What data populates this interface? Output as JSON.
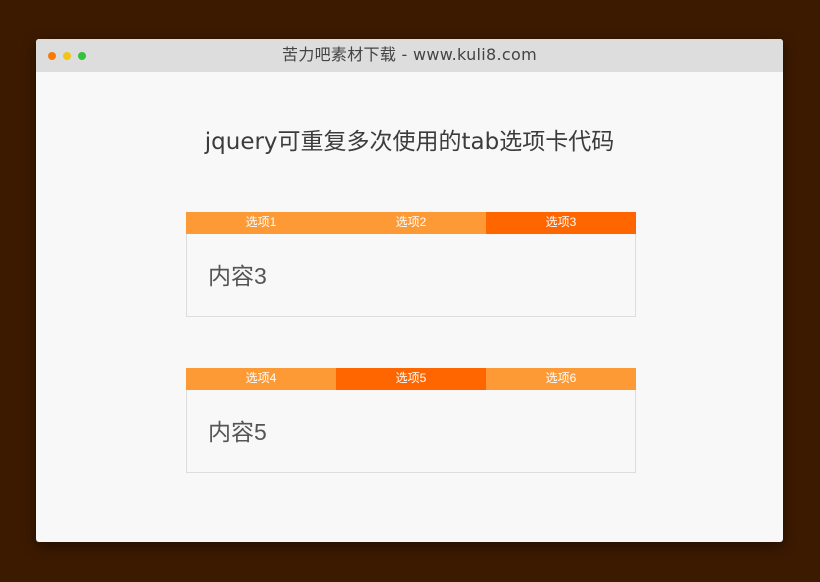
{
  "window": {
    "title": "苦力吧素材下载 - www.kuli8.com",
    "controls": [
      "close",
      "minimize",
      "maximize"
    ]
  },
  "page": {
    "title": "jquery可重复多次使用的tab选项卡代码"
  },
  "tabgroups": [
    {
      "tabs": [
        {
          "label": "选项1",
          "active": false
        },
        {
          "label": "选项2",
          "active": false
        },
        {
          "label": "选项3",
          "active": true
        }
      ],
      "content": "内容3"
    },
    {
      "tabs": [
        {
          "label": "选项4",
          "active": false
        },
        {
          "label": "选项5",
          "active": true
        },
        {
          "label": "选项6",
          "active": false
        }
      ],
      "content": "内容5"
    }
  ],
  "colors": {
    "tab_inactive": "#fe9a35",
    "tab_active": "#ff6600",
    "background": "#3c1a00"
  }
}
